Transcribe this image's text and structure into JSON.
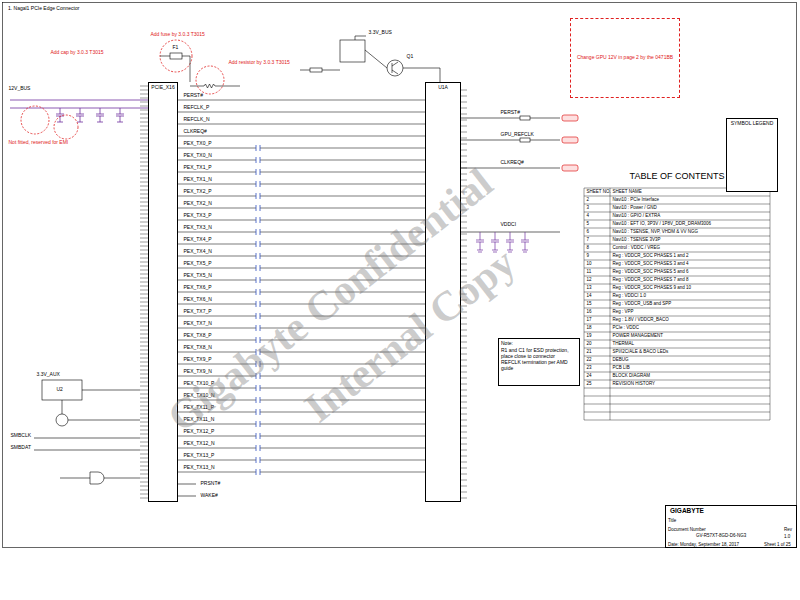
{
  "diagram": {
    "title": "1. Nagal1 PCIe Edge Connector",
    "nodes": [
      {
        "text": [
          "PCIE_X16"
        ]
      },
      {
        "text": [
          "U1A"
        ]
      },
      {
        "text": [
          "TABLE OF CONTENTS"
        ]
      },
      {
        "text": [
          "SYMBOL LEGEND"
        ]
      },
      {
        "text": [
          "Change GPU 12V in page 2 by the 0471BB"
        ]
      },
      {
        "text": [
          "Note:",
          "R1 and C1 for ESD protection, place close to connector",
          "REFCLK termination per AMD guide"
        ]
      },
      {
        "text": [
          "GIGABYTE",
          "Title",
          "Document Number",
          "GV-R57XT-8GD-D6-NG3",
          "Rev",
          "1.0",
          "Date: Monday, September 18, 2017",
          "Sheet 1 of 25"
        ]
      }
    ],
    "edges": [
      {
        "from": 0,
        "to": 1,
        "arrow": "none",
        "label": "PERST#"
      },
      {
        "from": 0,
        "to": 1,
        "arrow": "none",
        "label": "REFCLK_P"
      },
      {
        "from": 0,
        "to": 1,
        "arrow": "none",
        "label": "REFCLK_N"
      },
      {
        "from": 0,
        "to": 1,
        "arrow": "none",
        "label": "CLKREQ#"
      },
      {
        "from": 0,
        "to": 1,
        "arrow": "none",
        "label": "PEX_TX0_P"
      },
      {
        "from": 0,
        "to": 1,
        "arrow": "none",
        "label": "PEX_TX0_N"
      },
      {
        "from": 0,
        "to": 1,
        "arrow": "none",
        "label": "PEX_TX1_P"
      },
      {
        "from": 0,
        "to": 1,
        "arrow": "none",
        "label": "PEX_TX1_N"
      },
      {
        "from": 0,
        "to": 1,
        "arrow": "none",
        "label": "PEX_TX2_P"
      },
      {
        "from": 0,
        "to": 1,
        "arrow": "none",
        "label": "PEX_TX2_N"
      },
      {
        "from": 0,
        "to": 1,
        "arrow": "none",
        "label": "PEX_TX3_P"
      },
      {
        "from": 0,
        "to": 1,
        "arrow": "none",
        "label": "PEX_TX3_N"
      },
      {
        "from": 0,
        "to": 1,
        "arrow": "none",
        "label": "PEX_TX4_P"
      },
      {
        "from": 0,
        "to": 1,
        "arrow": "none",
        "label": "PEX_TX4_N"
      },
      {
        "from": 0,
        "to": 1,
        "arrow": "none",
        "label": "PEX_TX5_P"
      },
      {
        "from": 0,
        "to": 1,
        "arrow": "none",
        "label": "PEX_TX5_N"
      },
      {
        "from": 0,
        "to": 1,
        "arrow": "none",
        "label": "PEX_TX6_P"
      },
      {
        "from": 0,
        "to": 1,
        "arrow": "none",
        "label": "PEX_TX6_N"
      },
      {
        "from": 0,
        "to": 1,
        "arrow": "none",
        "label": "PEX_TX7_P"
      },
      {
        "from": 0,
        "to": 1,
        "arrow": "none",
        "label": "PEX_TX7_N"
      },
      {
        "from": 0,
        "to": 1,
        "arrow": "none",
        "label": "PEX_TX8_P"
      },
      {
        "from": 0,
        "to": 1,
        "arrow": "none",
        "label": "PEX_TX8_N"
      },
      {
        "from": 0,
        "to": 1,
        "arrow": "none",
        "label": "PEX_TX9_P"
      },
      {
        "from": 0,
        "to": 1,
        "arrow": "none",
        "label": "PEX_TX9_N"
      },
      {
        "from": 0,
        "to": 1,
        "arrow": "none",
        "label": "PEX_TX10_P"
      },
      {
        "from": 0,
        "to": 1,
        "arrow": "none",
        "label": "PEX_TX10_N"
      },
      {
        "from": 0,
        "to": 1,
        "arrow": "none",
        "label": "PEX_TX11_P"
      },
      {
        "from": 0,
        "to": 1,
        "arrow": "none",
        "label": "PEX_TX11_N"
      },
      {
        "from": 0,
        "to": 1,
        "arrow": "none",
        "label": "PEX_TX12_P"
      },
      {
        "from": 0,
        "to": 1,
        "arrow": "none",
        "label": "PEX_TX12_N"
      },
      {
        "from": 0,
        "to": 1,
        "arrow": "none",
        "label": "PEX_TX13_P"
      },
      {
        "from": 0,
        "to": 1,
        "arrow": "none",
        "label": "PEX_TX13_N"
      }
    ],
    "labels": [
      "Gigabyte Confidential",
      "Internal Copy",
      "12V_BUS",
      "Add cap by 3.0.3 T3015",
      "Add fuse by 3.0.3 T3015",
      "F1",
      "Add resistor by 3.0.3 T3015",
      "Not fitted, reserved for EMI",
      "3.3V_BUS",
      "Q1",
      "PERST#",
      "GPU_REFCLK",
      "CLKREQ#",
      "VDDCI",
      "3.3V_AUX",
      "U2",
      "SMBCLK",
      "SMBDAT",
      "PRSNT#",
      "WAKE#",
      "SHEET NO.",
      "SHEET NAME",
      "2",
      "Navi10 : PCIe Interface",
      "3",
      "Navi10 : Power / GND",
      "4",
      "Navi10 : GPIO / EXTRA",
      "5",
      "Navi10 : EFT IO, 3P3V / 1P8V_DDR_DRAM3006",
      "6",
      "Navi10 : TSENSE, NVP, VHDM & VV NGG",
      "7",
      "Navi10 : TSENSE 3V3P",
      "8",
      "Control : VDDC / VREG",
      "9",
      "Reg : VDDCR_SOC PHASES 1 and 2",
      "10",
      "Reg : VDDCR_SOC PHASES 3 and 4",
      "11",
      "Reg : VDDCR_SOC PHASES 5 and 6",
      "12",
      "Reg : VDDCR_SOC PHASES 7 and 8",
      "13",
      "Reg : VDDCR_SOC PHASES 9 and 10",
      "14",
      "Reg : VDDCI 1.0",
      "15",
      "Reg : VDDCR_USB and SPP",
      "16",
      "Reg : VPP",
      "17",
      "Reg : 1.8V / VDDCR_BACO",
      "18",
      "PCIe : VDDC",
      "19",
      "POWER MANAGEMENT",
      "20",
      "THERMAL",
      "21",
      "SPI/I2C/ALE & BACO LEDs",
      "22",
      "DEBUG",
      "23",
      "PCB LIB",
      "24",
      "BLOCK DIAGRAM",
      "25",
      "REVISION HISTORY"
    ]
  }
}
